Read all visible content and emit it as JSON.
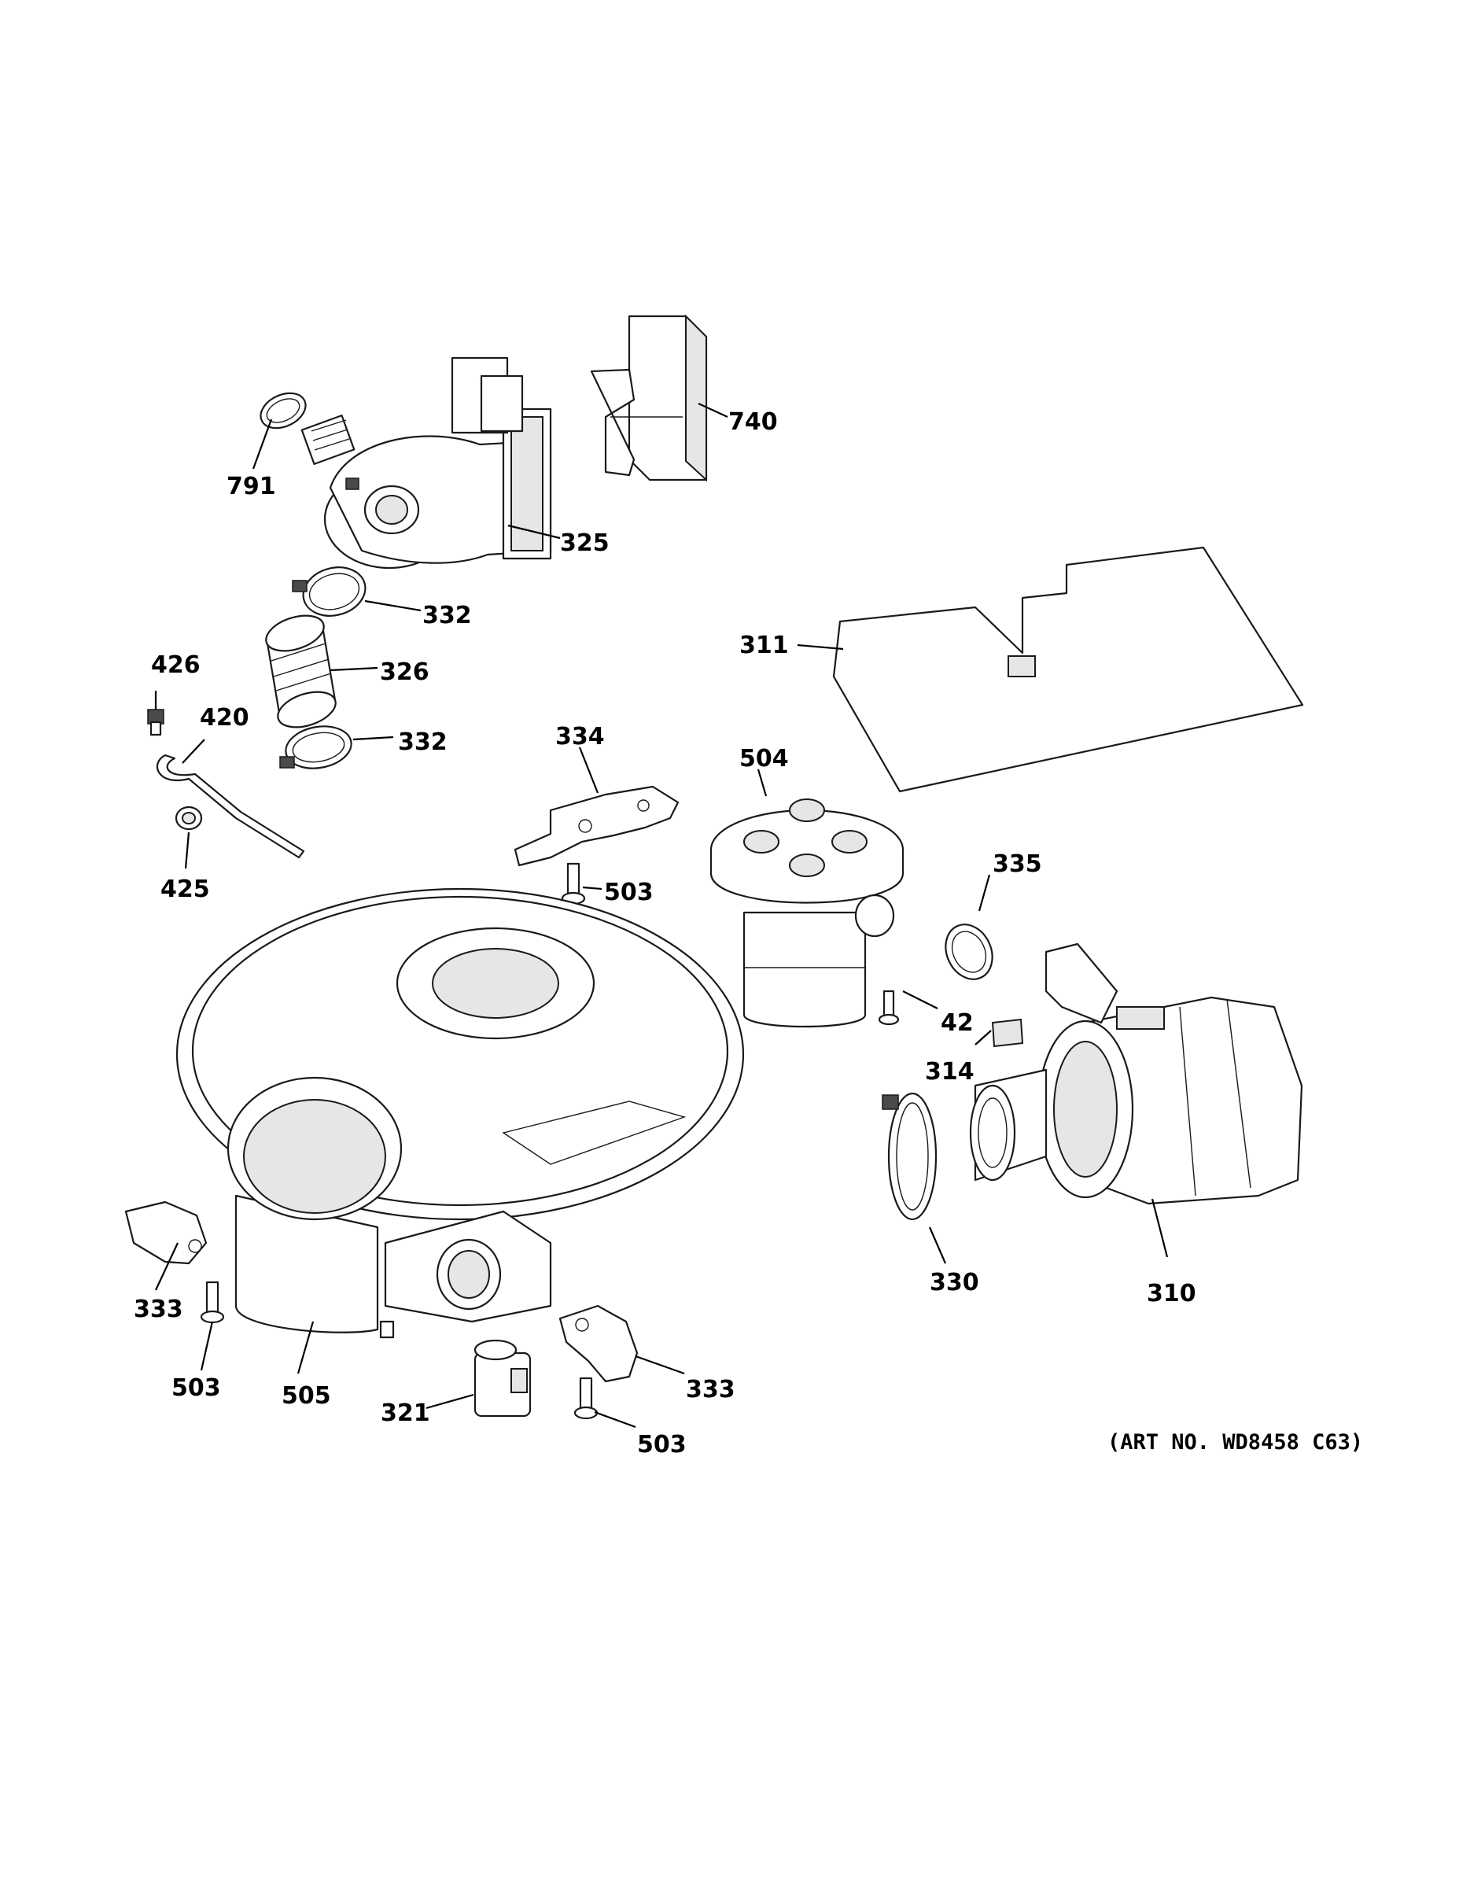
{
  "callouts": {
    "c791": "791",
    "c325": "325",
    "c740": "740",
    "c332a": "332",
    "c326": "326",
    "c332b": "332",
    "c426": "426",
    "c420": "420",
    "c425": "425",
    "c311": "311",
    "c334": "334",
    "c504": "504",
    "c503a": "503",
    "c335": "335",
    "c42": "42",
    "c314": "314",
    "c330": "330",
    "c310": "310",
    "c333a": "333",
    "c503b": "503",
    "c505": "505",
    "c321": "321",
    "c333b": "333",
    "c503c": "503"
  },
  "art_number": "(ART NO. WD8458 C63)"
}
